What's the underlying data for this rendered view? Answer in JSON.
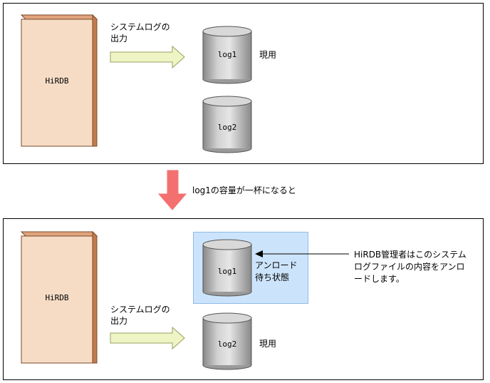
{
  "top_panel": {
    "server_label": "HiRDB",
    "arrow_label_line1": "システムログの",
    "arrow_label_line2": "出力",
    "disk1_label": "log1",
    "disk1_status": "現用",
    "disk2_label": "log2"
  },
  "transition": {
    "label": "log1の容量が一杯になると"
  },
  "bottom_panel": {
    "server_label": "HiRDB",
    "arrow_label_line1": "システムログの",
    "arrow_label_line2": "出力",
    "disk1_label": "log1",
    "disk1_status_line1": "アンロード",
    "disk1_status_line2": "待ち状態",
    "disk2_label": "log2",
    "disk2_status": "現用"
  },
  "annotation": {
    "line1": "HiRDB管理者はこのシステム",
    "line2": "ログファイルの内容をアンロ",
    "line3": "ードします。"
  },
  "colors": {
    "server_fill": "#f6dcc5",
    "server_shadow": "#c47a4d",
    "output_arrow": "#eef4c4",
    "transition_arrow": "#f47070",
    "highlight": "#cce4fb"
  }
}
